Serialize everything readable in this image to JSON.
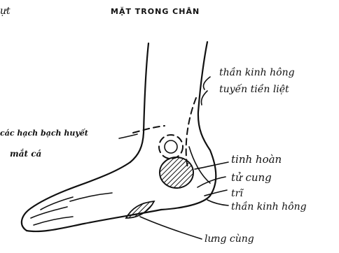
{
  "header": {
    "corner_fragment": "ựt",
    "title": "MẶT TRONG CHÂN"
  },
  "labels": {
    "sciatic_nerve_upper": "thần kinh hông",
    "prostate_gland": "tuyến tiền liệt",
    "lymph_nodes_line1": "các hạch bạch huyết",
    "lymph_nodes_line2": "mắt cá",
    "testicles": "tinh hoàn",
    "uterus": "tử cung",
    "hemorrhoids": "trĩ",
    "sciatic_nerve_lower": "thần kinh hông",
    "lower_back": "lưng cùng"
  }
}
